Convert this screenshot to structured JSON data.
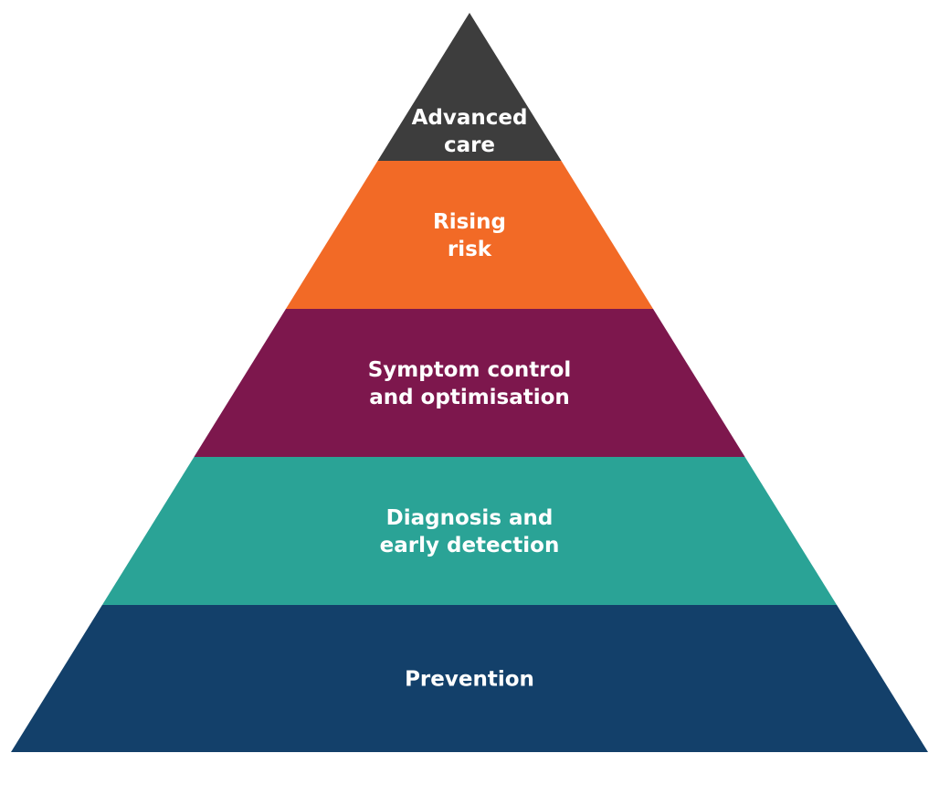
{
  "diagram": {
    "type": "pyramid",
    "levels": [
      {
        "lines": [
          "Advanced",
          "care"
        ],
        "color": "#3d3d3d"
      },
      {
        "lines": [
          "Rising",
          "risk"
        ],
        "color": "#f26a26"
      },
      {
        "lines": [
          "Symptom control",
          "and optimisation"
        ],
        "color": "#7d174d"
      },
      {
        "lines": [
          "Diagnosis and",
          "early detection"
        ],
        "color": "#2aa396"
      },
      {
        "lines": [
          "Prevention"
        ],
        "color": "#13406a"
      }
    ]
  }
}
